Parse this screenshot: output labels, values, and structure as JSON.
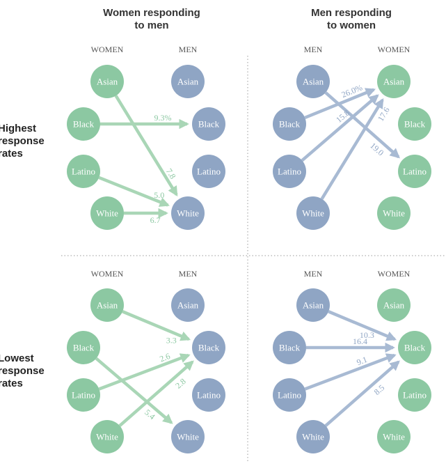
{
  "colors": {
    "women": "#8cc8a2",
    "men": "#8fa5c4",
    "women_arrow": "#a9d6b6",
    "men_arrow": "#a8bad3",
    "women_label": "#8cc8a2",
    "men_label": "#8fa5c4",
    "divider": "#9a9a9a",
    "header_text": "#555555"
  },
  "column_titles": {
    "women_to_men": [
      "Women responding",
      "to men"
    ],
    "men_to_women": [
      "Men responding",
      "to women"
    ]
  },
  "row_titles": {
    "highest": [
      "Highest",
      "response",
      "rates"
    ],
    "lowest": [
      "Lowest",
      "response",
      "rates"
    ]
  },
  "panels": [
    {
      "id": "highest-women-to-men",
      "left_header": "WOMEN",
      "right_header": "MEN",
      "left_group": "women",
      "right_group": "men",
      "left_nodes": [
        "Asian",
        "Black",
        "Latino",
        "White"
      ],
      "right_nodes": [
        "Asian",
        "Black",
        "Latino",
        "White"
      ],
      "flows": [
        {
          "from": "Asian",
          "to": "White",
          "value": "7.8"
        },
        {
          "from": "Black",
          "to": "Black",
          "value": "9.3%"
        },
        {
          "from": "Latino",
          "to": "White",
          "value": "5.0"
        },
        {
          "from": "White",
          "to": "White",
          "value": "6.7"
        }
      ]
    },
    {
      "id": "highest-men-to-women",
      "left_header": "MEN",
      "right_header": "WOMEN",
      "left_group": "men",
      "right_group": "women",
      "left_nodes": [
        "Asian",
        "Black",
        "Latino",
        "White"
      ],
      "right_nodes": [
        "Asian",
        "Black",
        "Latino",
        "White"
      ],
      "flows": [
        {
          "from": "Asian",
          "to": "Latino",
          "value": "19.0"
        },
        {
          "from": "Black",
          "to": "Asian",
          "value": "26.0%"
        },
        {
          "from": "Latino",
          "to": "Asian",
          "value": "15.8"
        },
        {
          "from": "White",
          "to": "Asian",
          "value": "17.6"
        }
      ]
    },
    {
      "id": "lowest-women-to-men",
      "left_header": "WOMEN",
      "right_header": "MEN",
      "left_group": "women",
      "right_group": "men",
      "left_nodes": [
        "Asian",
        "Black",
        "Latino",
        "White"
      ],
      "right_nodes": [
        "Asian",
        "Black",
        "Latino",
        "White"
      ],
      "flows": [
        {
          "from": "Asian",
          "to": "Black",
          "value": "3.3"
        },
        {
          "from": "Black",
          "to": "White",
          "value": "5.4"
        },
        {
          "from": "Latino",
          "to": "Black",
          "value": "2.6"
        },
        {
          "from": "White",
          "to": "Black",
          "value": "2.8"
        }
      ]
    },
    {
      "id": "lowest-men-to-women",
      "left_header": "MEN",
      "right_header": "WOMEN",
      "left_group": "men",
      "right_group": "women",
      "left_nodes": [
        "Asian",
        "Black",
        "Latino",
        "White"
      ],
      "right_nodes": [
        "Asian",
        "Black",
        "Latino",
        "White"
      ],
      "flows": [
        {
          "from": "Asian",
          "to": "Black",
          "value": "10.3"
        },
        {
          "from": "Black",
          "to": "Black",
          "value": "16.4"
        },
        {
          "from": "Latino",
          "to": "Black",
          "value": "9.1"
        },
        {
          "from": "White",
          "to": "Black",
          "value": "8.5"
        }
      ]
    }
  ]
}
